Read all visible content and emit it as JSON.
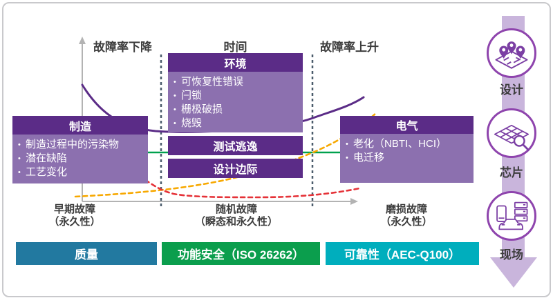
{
  "frame": {
    "background": "#ffffff",
    "border_color": "#c9c9cc"
  },
  "axes": {
    "y_label": "故障率下降",
    "time_label": "时间",
    "right_label": "故障率上升",
    "axis_color": "#b3b3b3",
    "divider_color": "#4a5b6b"
  },
  "curves": {
    "bathtub_color": "#5b2c87",
    "green_line_color": "#00a14e",
    "orange_dashed_color": "#f7a800",
    "red_dashed_color": "#e53238"
  },
  "boxes": {
    "header_color": "#5b2c87",
    "body_color": "#8c70af",
    "manufacturing": {
      "title": "制造",
      "bullets": [
        "制造过程中的污染物",
        "潜在缺陷",
        "工艺变化"
      ]
    },
    "environment": {
      "title": "环境",
      "bullets": [
        "可恢复性错误",
        "闩锁",
        "栅极破损",
        "烧毁"
      ]
    },
    "test_escape": {
      "title": "测试逃逸"
    },
    "design_margin": {
      "title": "设计边际"
    },
    "electrical": {
      "title": "电气",
      "bullets": [
        "老化（NBTI、HCI）",
        "电迁移"
      ]
    }
  },
  "phases": [
    {
      "name": "早期故障",
      "sub": "（永久性）"
    },
    {
      "name": "随机故障",
      "sub": "（瞬态和永久性）"
    },
    {
      "name": "磨损故障",
      "sub": "（永久性）"
    }
  ],
  "bars": [
    {
      "label": "质量",
      "color": "#2279a0"
    },
    {
      "label": "功能安全（ISO 26262）",
      "color": "#0b9e4d"
    },
    {
      "label": "可靠性（AEC-Q100）",
      "color": "#00aebd"
    }
  ],
  "sidebar": {
    "band_color": "#c9b5dc",
    "ring_color": "#8e44ad",
    "icon_color": "#7b3fa4",
    "stages": [
      {
        "label": "设计",
        "icon": "map-pins-icon"
      },
      {
        "label": "芯片",
        "icon": "wafer-magnifier-icon"
      },
      {
        "label": "现场",
        "icon": "devices-car-icon"
      }
    ]
  }
}
